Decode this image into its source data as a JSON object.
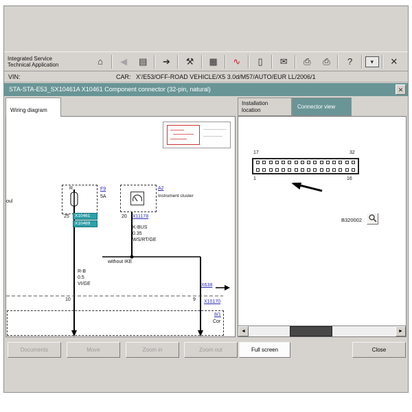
{
  "chrome": {
    "app_title_line1": "Integrated Service",
    "app_title_line2": "Technical Application"
  },
  "toolbar": {
    "items": [
      {
        "name": "home-icon",
        "glyph": "⌂"
      },
      {
        "separator": true
      },
      {
        "name": "back-icon",
        "glyph": "◀",
        "disabled": true
      },
      {
        "name": "copy-document-icon",
        "glyph": "▤"
      },
      {
        "separator": true
      },
      {
        "name": "forward-arrow-icon",
        "glyph": "➔"
      },
      {
        "separator": true
      },
      {
        "name": "wrench-icon",
        "glyph": "⚒"
      },
      {
        "separator": true
      },
      {
        "name": "data-table-icon",
        "glyph": "▦"
      },
      {
        "separator": true
      },
      {
        "name": "measurement-chart-icon",
        "glyph": "∿",
        "color": "#cc2222"
      },
      {
        "separator": true
      },
      {
        "name": "battery-icon",
        "glyph": "▯"
      },
      {
        "separator": true
      },
      {
        "name": "mail-icon",
        "glyph": "✉"
      },
      {
        "separator": true
      },
      {
        "name": "printer-icon",
        "glyph": "⎙"
      },
      {
        "name": "printer-report-icon",
        "glyph": "⎙"
      },
      {
        "separator": true
      },
      {
        "name": "help-icon",
        "glyph": "?"
      },
      {
        "separator": true
      },
      {
        "name": "collapse-icon",
        "glyph": "▾",
        "boxed": true
      },
      {
        "separator": true
      },
      {
        "name": "close-window-icon",
        "glyph": "✕"
      }
    ]
  },
  "vin_row": {
    "vin_label": "VIN:",
    "car_label": "CAR:",
    "car_value": "X'/E53/OFF-ROAD VEHICLE/X5 3.0d/M57/AUTO/EUR LL/2006/1"
  },
  "title_bar": {
    "text": "STA-STA-E53_SX10461A X10461 Component connector (32-pin, natural)",
    "close_glyph": "✕"
  },
  "tabs": {
    "wiring_diagram": "Wiring diagram",
    "installation_line1": "Installation",
    "installation_line2": "location",
    "connector_view": "Connector view"
  },
  "wiring": {
    "fuse_r": "R",
    "fuse_ref": "F9",
    "fuse_rating": "5A",
    "pin25": "25",
    "chip1": "X10461",
    "chip2": "X10469",
    "cluster_ref": "A2",
    "cluster_label": "Instrument cluster",
    "pin20": "20",
    "x11178": "X11178",
    "kbus": "K-BUS",
    "kbus_gauge": "0.35",
    "kbus_colors": "WS/RT/GE",
    "without_ike": "without IKE",
    "wire_name": "R-B",
    "wire_gauge": "0.5",
    "wire_colors": "VI/GE",
    "pin10": "10",
    "pin9": "9",
    "x638": "X638",
    "x10170": "X10170",
    "ref81": "8/1",
    "cor": "Cor",
    "oul": "oul"
  },
  "connector_view": {
    "top_left_pin": "17",
    "top_right_pin": "32",
    "bottom_left_pin": "1",
    "bottom_right_pin": "16",
    "pins_per_row": 16,
    "ref": "B320002",
    "scrollbar": {
      "left_arrow": "◄",
      "right_arrow": "►"
    }
  },
  "buttons": {
    "documents": "Documents",
    "move": "Move",
    "zoom_in": "Zoom in",
    "zoom_out": "Zoom out",
    "full_screen": "Full screen",
    "close": "Close"
  },
  "colors": {
    "teal": "#699596",
    "link_blue": "#2a2ac0",
    "chip_teal": "#2f9fa8",
    "chrome_gray": "#d6d3ce",
    "chart_red": "#cc2222"
  }
}
